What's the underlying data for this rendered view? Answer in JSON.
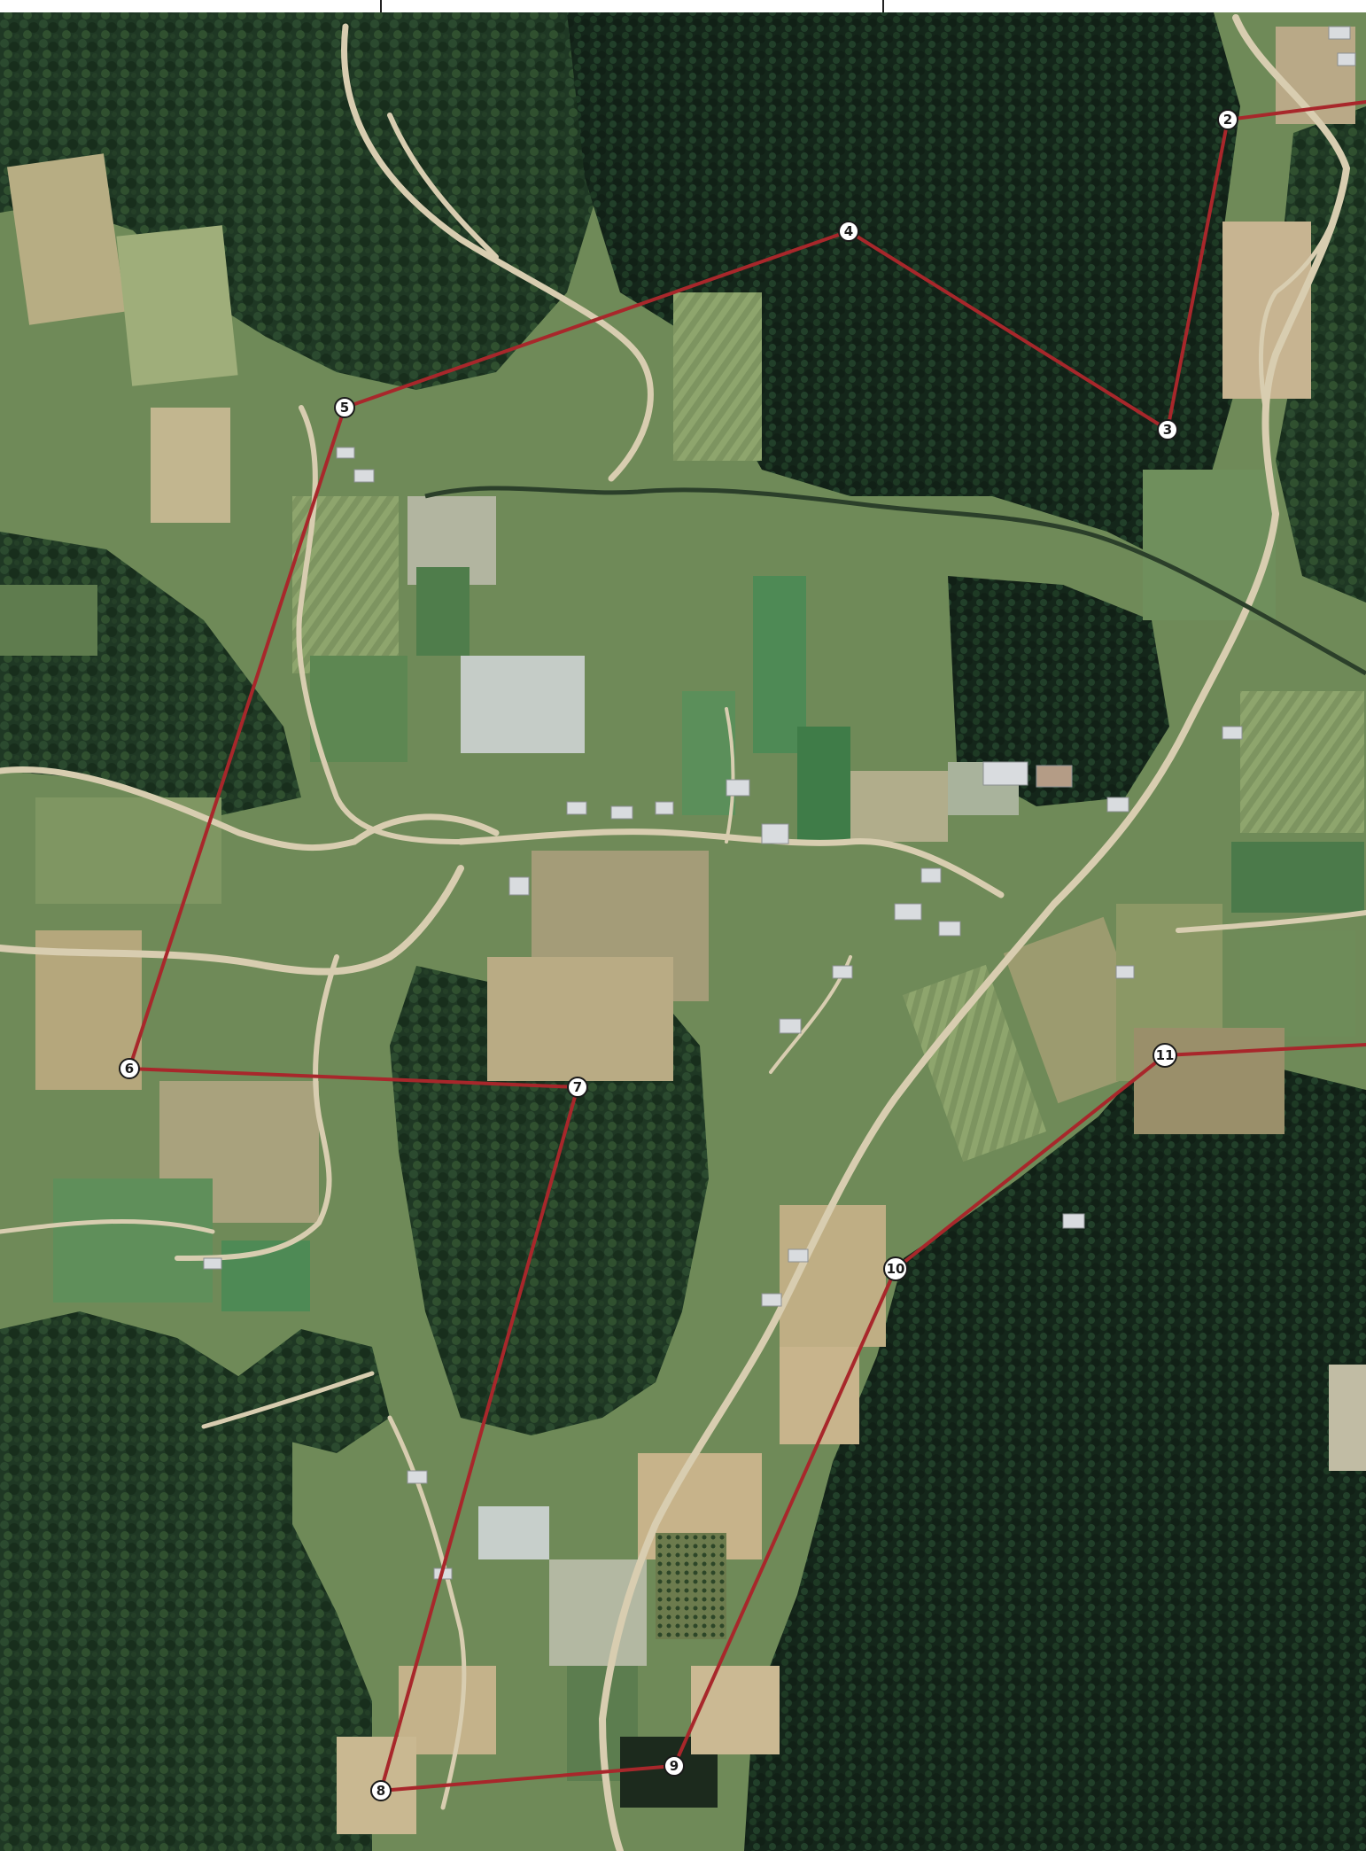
{
  "map": {
    "type": "aerial-satellite-survey",
    "boundary_color": "#a8272b",
    "marker_fill": "#ffffff",
    "marker_stroke": "#1a1a1a",
    "marker_text_color": "#1a1a1a",
    "markers": [
      {
        "id": "m2",
        "label": "2"
      },
      {
        "id": "m3",
        "label": "3"
      },
      {
        "id": "m4",
        "label": "4"
      },
      {
        "id": "m5",
        "label": "5"
      },
      {
        "id": "m6",
        "label": "6"
      },
      {
        "id": "m7",
        "label": "7"
      },
      {
        "id": "m8",
        "label": "8"
      },
      {
        "id": "m9",
        "label": "9"
      },
      {
        "id": "m10",
        "label": "10"
      },
      {
        "id": "m11",
        "label": "11"
      }
    ],
    "boundary_segments": [
      [
        "2",
        "3"
      ],
      [
        "3",
        "4"
      ],
      [
        "4",
        "5"
      ],
      [
        "5",
        "6"
      ],
      [
        "6",
        "7"
      ],
      [
        "7",
        "8"
      ],
      [
        "8",
        "9"
      ],
      [
        "9",
        "10"
      ],
      [
        "10",
        "11"
      ]
    ],
    "terrain_colors": {
      "dense_forest": "#1c3321",
      "forest": "#2a4a2c",
      "field_green": "#5c8752",
      "field_light": "#9aa671",
      "field_tan": "#b6ad85",
      "bare_soil": "#c9b98e",
      "road": "#d8cdb0",
      "building": "#d9dcdf"
    }
  }
}
